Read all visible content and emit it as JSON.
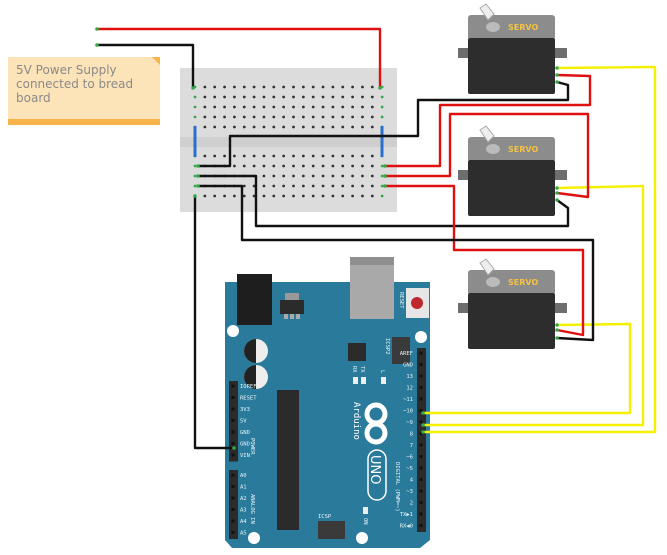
{
  "note": {
    "text": "5V Power Supply connected to bread board"
  },
  "servos": [
    {
      "label": "SERVO"
    },
    {
      "label": "SERVO"
    },
    {
      "label": "SERVO"
    }
  ],
  "arduino": {
    "brand": "Arduino",
    "model": "UNO",
    "reset_label": "RESET",
    "icsp_label": "ICSP",
    "icsp2_label": "ICSP2",
    "tx_label": "TX",
    "rx_label": "RX",
    "l_label": "L",
    "on_label": "ON",
    "power_label": "POWER",
    "analog_label": "ANALOG IN",
    "digital_label": "DIGITAL (PWM=~)",
    "power_pins": [
      "IOREF",
      "RESET",
      "3V3",
      "5V",
      "GND",
      "GND",
      "VIN"
    ],
    "analog_pins": [
      "A0",
      "A1",
      "A2",
      "A3",
      "A4",
      "A5"
    ],
    "digital_pins_top": [
      "AREF",
      "GND",
      "13",
      "12",
      "~11",
      "~10",
      "~9",
      "8"
    ],
    "digital_pins_bottom": [
      "7",
      "~6",
      "~5",
      "4",
      "~3",
      "2",
      "TX▶1",
      "RX◀0"
    ]
  },
  "colors": {
    "board": "#2a7b9b",
    "wire_power": "#e01010",
    "wire_ground": "#111111",
    "wire_signal": "#f5f000",
    "jumper": "#2a6fd0",
    "note": "#fde3b8"
  }
}
